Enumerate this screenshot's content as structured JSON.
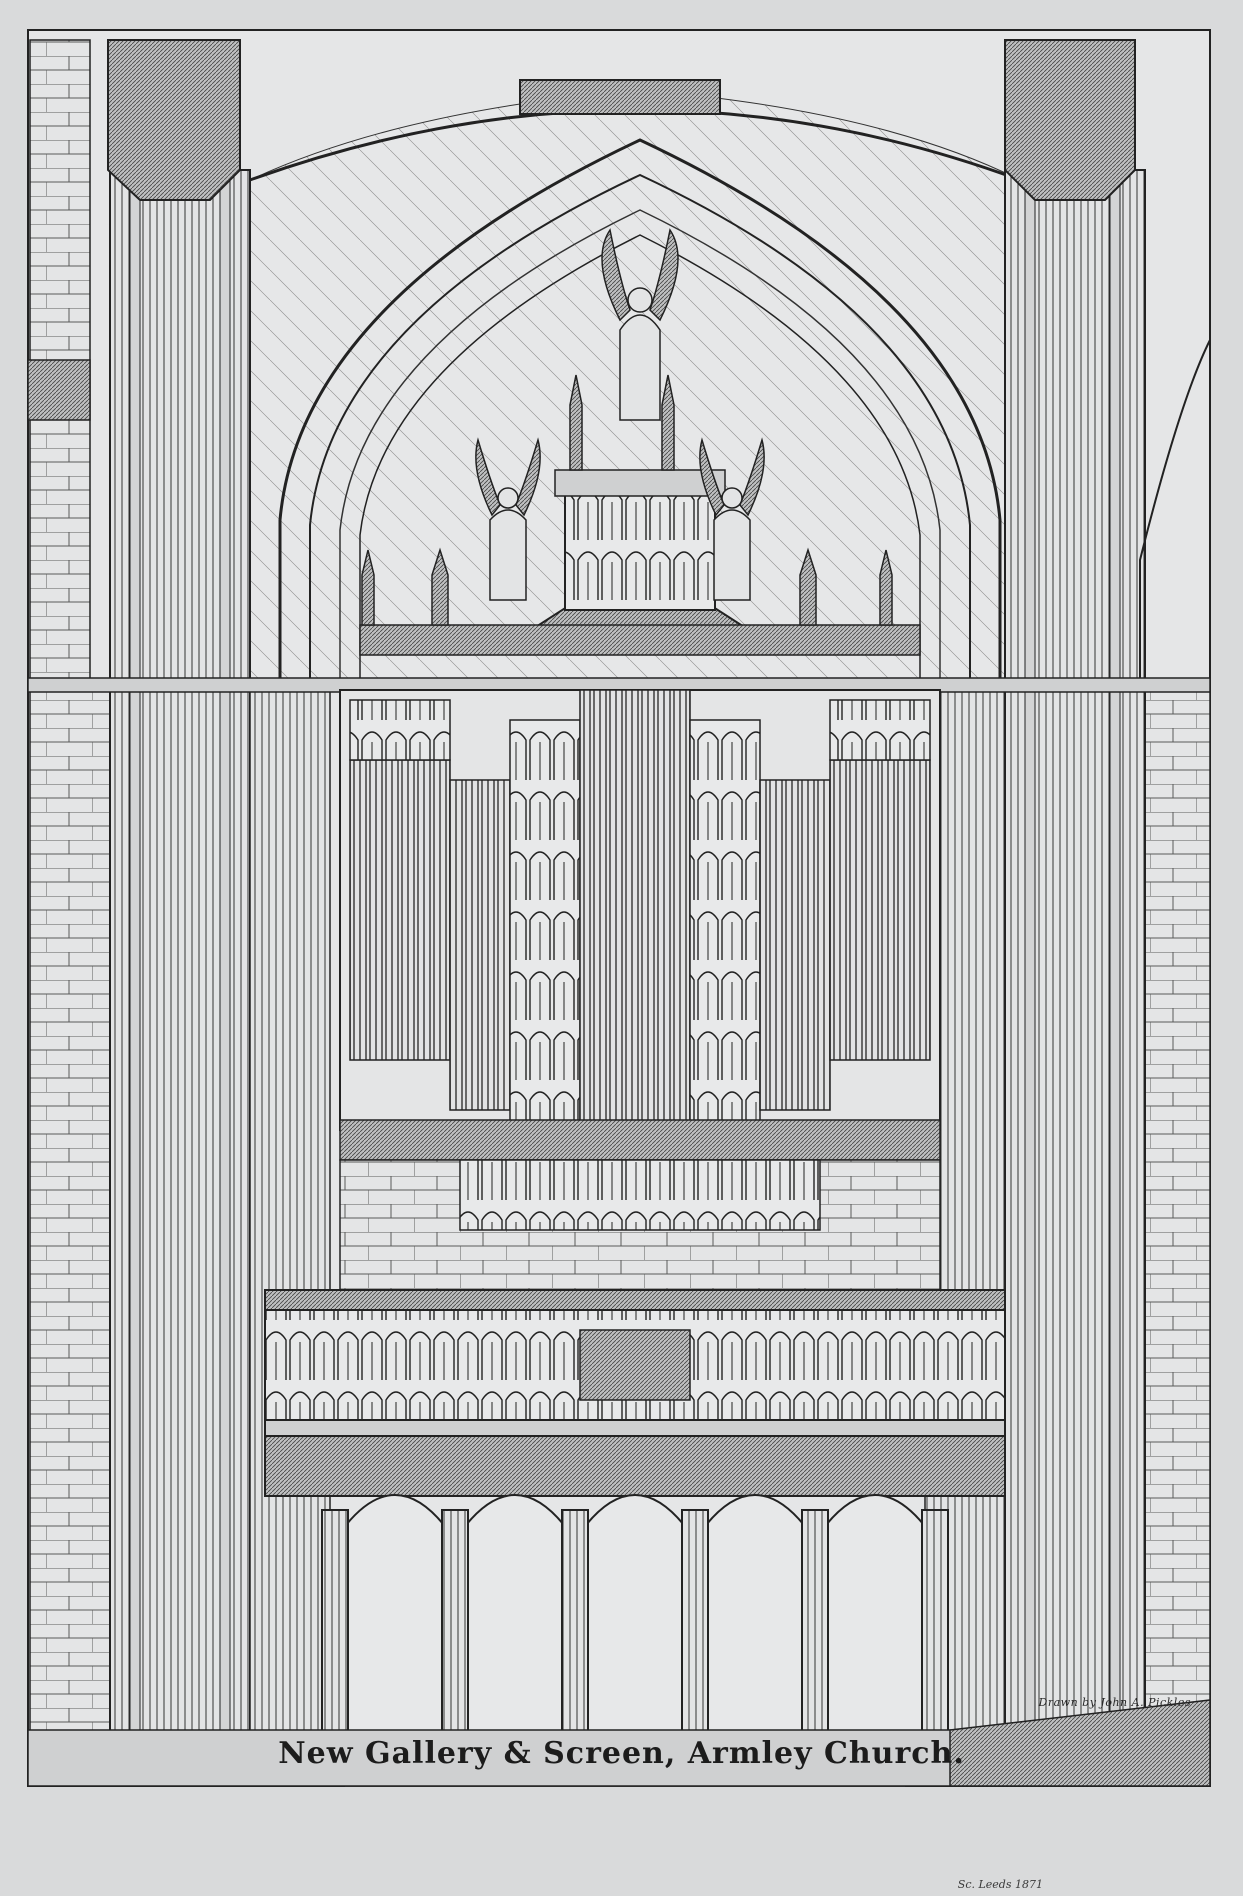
{
  "caption": "New Gallery & Screen, Armley Church.",
  "credit": "Drawn by John A. Pickles",
  "footnote": "Sc. Leeds 1871",
  "colors": {
    "paper": "#d9dadb",
    "ink": "#1c1c1c"
  },
  "icons": [
    "angel-figure-icon",
    "pinnacle-icon",
    "organ-pipes-icon"
  ]
}
